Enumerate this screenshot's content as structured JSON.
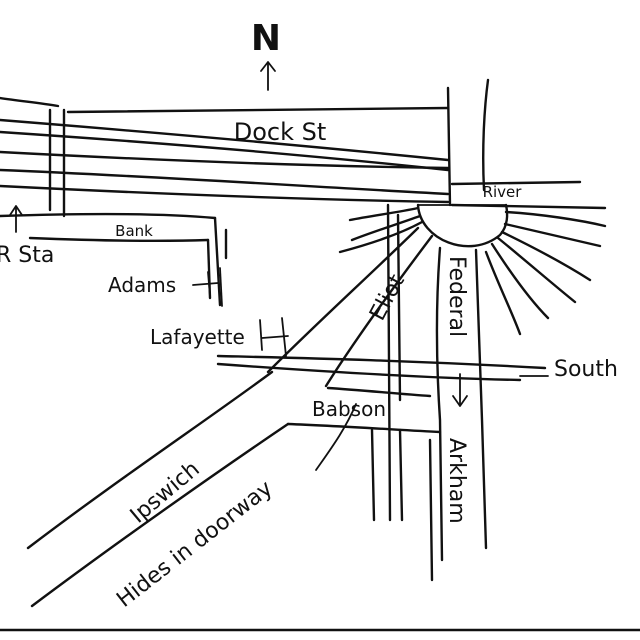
{
  "compass": {
    "north_letter": "N"
  },
  "streets": {
    "dock": "Dock St",
    "river": "River",
    "bank": "Bank",
    "station": "R Sta",
    "adams": "Adams",
    "lafayette": "Lafayette",
    "eliot": "Eliot",
    "federal": "Federal",
    "south": "South",
    "babson": "Babson",
    "arkham": "Arkham",
    "ipswich": "Ipswich"
  },
  "annotations": {
    "hiding_spot": "Hides in doorway"
  },
  "colors": {
    "ink": "#111111",
    "paper": "#ffffff"
  }
}
